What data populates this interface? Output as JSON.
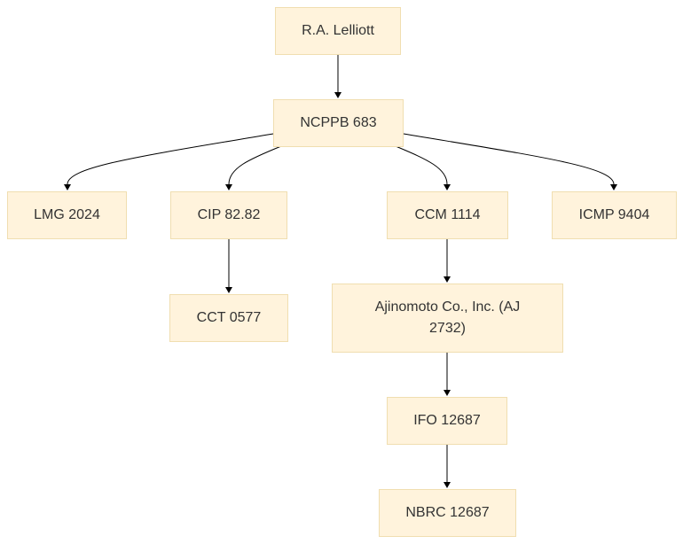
{
  "diagram": {
    "type": "flowchart",
    "direction": "top-down",
    "colors": {
      "node_fill": "#fff3dc",
      "node_border": "#f0deb0",
      "text": "#333333",
      "edge": "#000000"
    },
    "nodes": {
      "lelliott": "R.A. Lelliott",
      "ncppb": "NCPPB 683",
      "lmg": "LMG 2024",
      "cip": "CIP 82.82",
      "ccm": "CCM 1114",
      "icmp": "ICMP 9404",
      "cct": "CCT 0577",
      "ajinomoto": "Ajinomoto Co., Inc. (AJ 2732)",
      "ifo": "IFO 12687",
      "nbrc": "NBRC 12687"
    },
    "edges": [
      {
        "from": "R.A. Lelliott",
        "to": "NCPPB 683"
      },
      {
        "from": "NCPPB 683",
        "to": "LMG 2024"
      },
      {
        "from": "NCPPB 683",
        "to": "CIP 82.82"
      },
      {
        "from": "NCPPB 683",
        "to": "CCM 1114"
      },
      {
        "from": "NCPPB 683",
        "to": "ICMP 9404"
      },
      {
        "from": "CIP 82.82",
        "to": "CCT 0577"
      },
      {
        "from": "CCM 1114",
        "to": "Ajinomoto Co., Inc. (AJ 2732)"
      },
      {
        "from": "Ajinomoto Co., Inc. (AJ 2732)",
        "to": "IFO 12687"
      },
      {
        "from": "IFO 12687",
        "to": "NBRC 12687"
      }
    ]
  }
}
